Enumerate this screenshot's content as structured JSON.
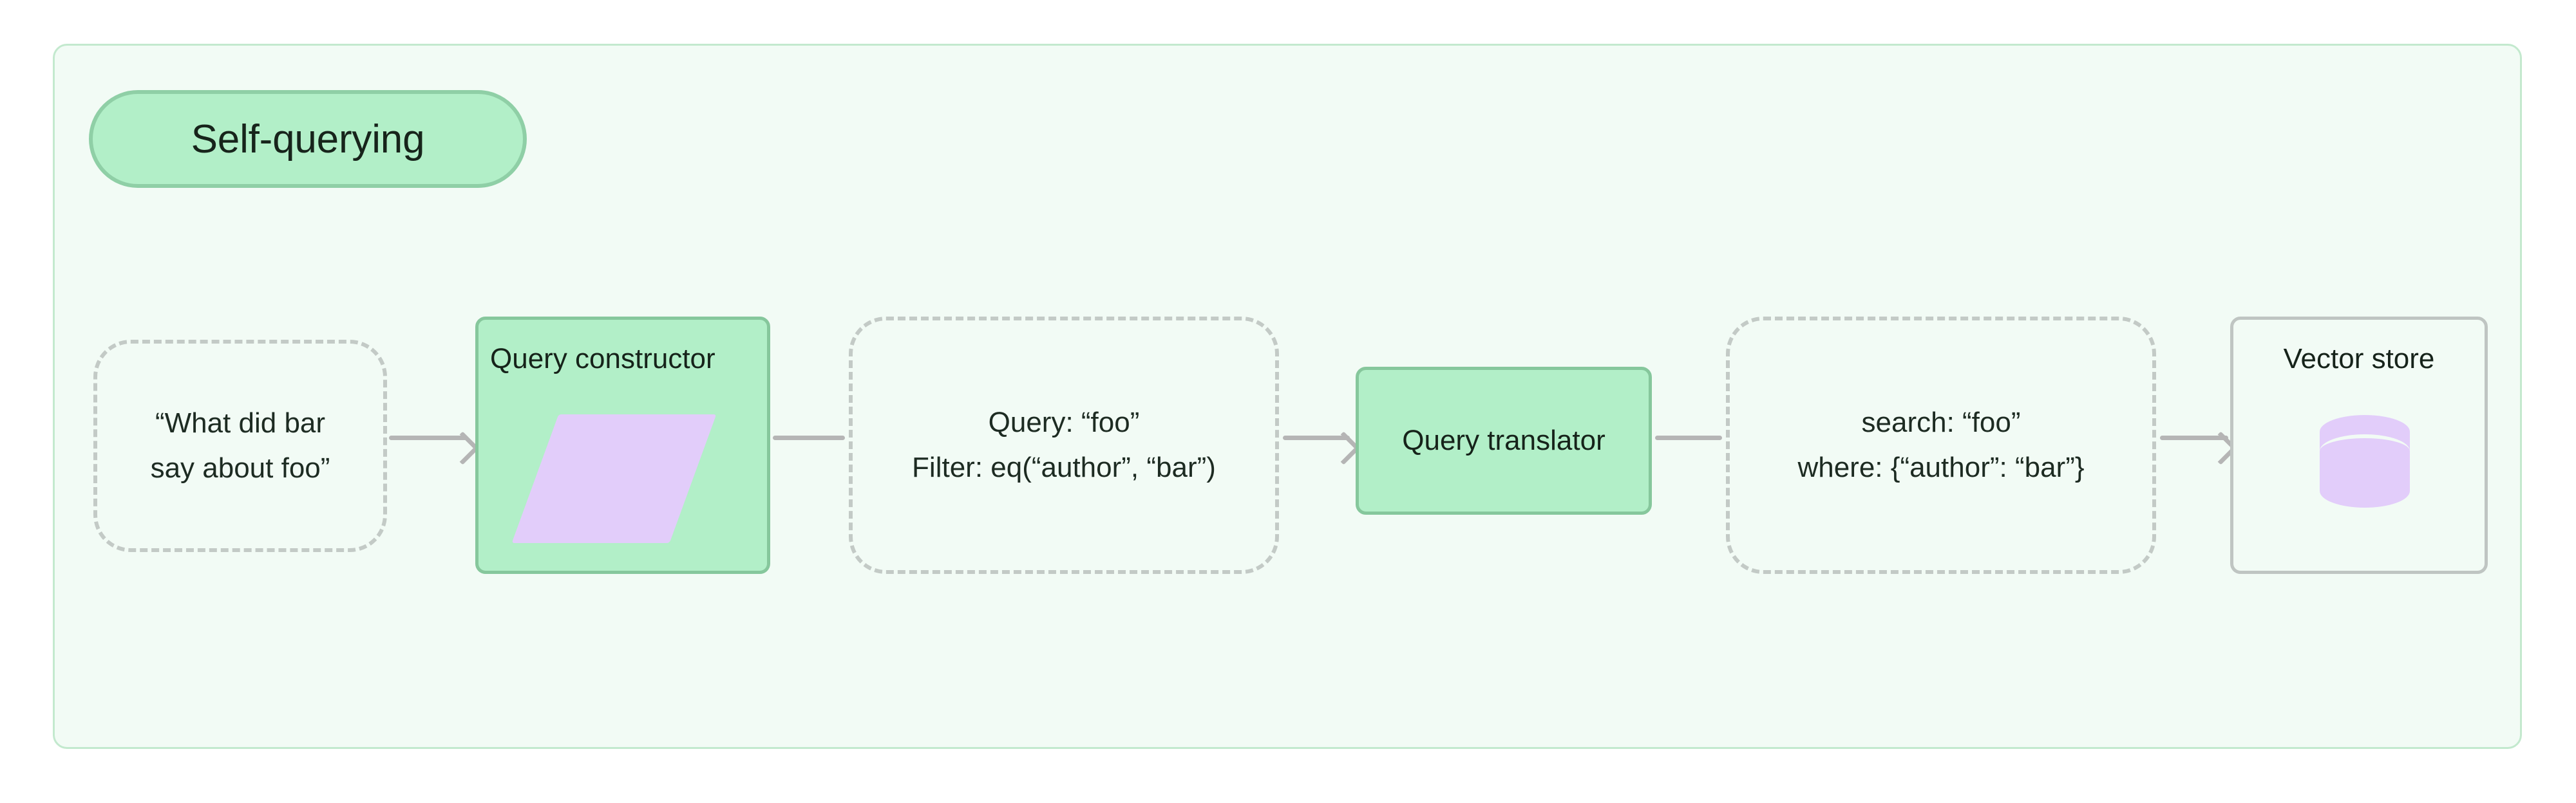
{
  "diagram": {
    "title": "Self-querying",
    "colors": {
      "container_bg": "#f2fbf5",
      "container_border": "#c3e9ce",
      "process_fill": "#b2efc8",
      "process_border": "#86c79c",
      "dashed_border": "#c3cac6",
      "accent_purple": "#e2cdfa",
      "edge": "#b5b5b5",
      "text": "#16231a"
    },
    "nodes": [
      {
        "id": "user-question",
        "type": "dashed",
        "lines": [
          "“What did bar",
          "say about foo”"
        ]
      },
      {
        "id": "query-constructor",
        "type": "process",
        "label": "Query constructor",
        "icon": "parallelogram-icon"
      },
      {
        "id": "structured-query",
        "type": "dashed",
        "lines": [
          "Query: “foo”",
          "Filter: eq(“author”, “bar”)"
        ]
      },
      {
        "id": "query-translator",
        "type": "process",
        "label": "Query translator"
      },
      {
        "id": "native-query",
        "type": "dashed",
        "lines": [
          "search: “foo”",
          "where: {“author”: “bar”}"
        ]
      },
      {
        "id": "vector-store",
        "type": "plain",
        "label": "Vector store",
        "icon": "database-cylinder-icon"
      }
    ],
    "edges": [
      {
        "from": "user-question",
        "to": "query-constructor",
        "arrow": true
      },
      {
        "from": "query-constructor",
        "to": "structured-query",
        "arrow": false
      },
      {
        "from": "structured-query",
        "to": "query-translator",
        "arrow": true
      },
      {
        "from": "query-translator",
        "to": "native-query",
        "arrow": false
      },
      {
        "from": "native-query",
        "to": "vector-store",
        "arrow": true
      }
    ]
  }
}
